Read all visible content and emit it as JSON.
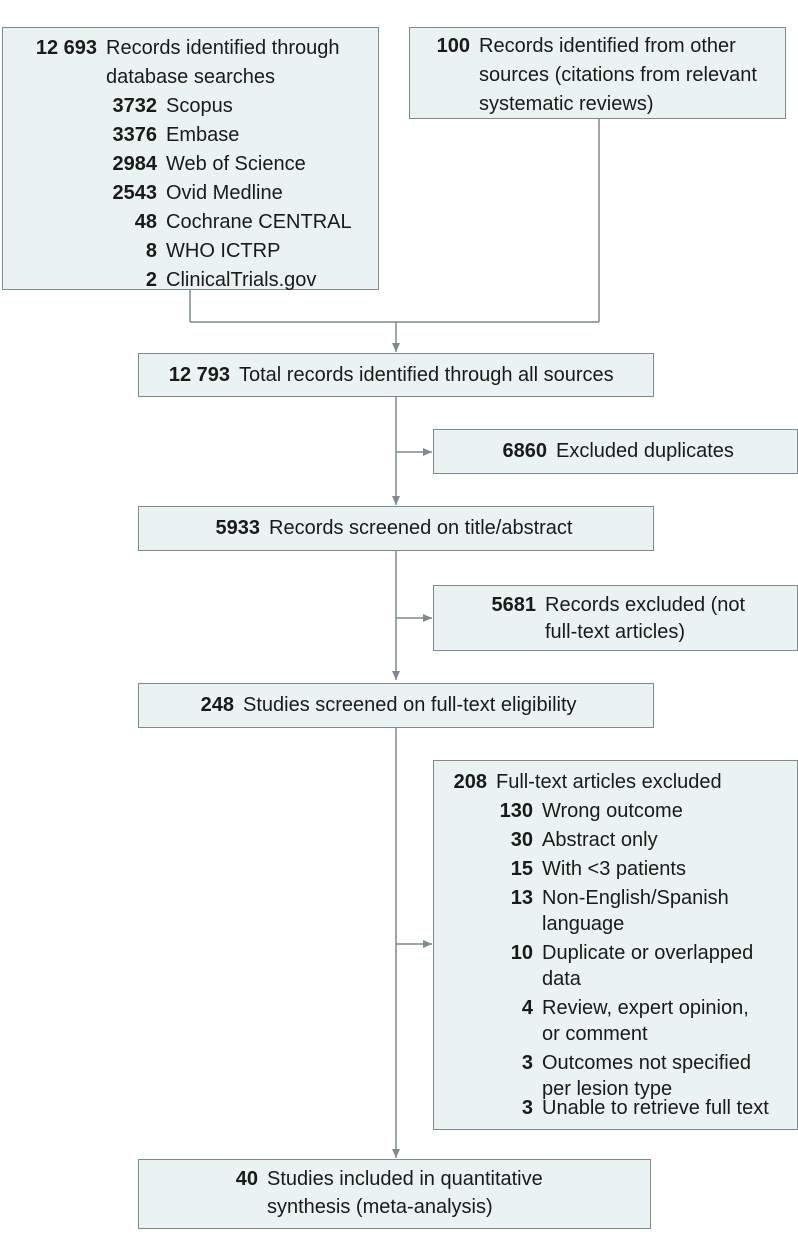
{
  "identification": {
    "database": {
      "count": "12 693",
      "label_line1": "Records identified through",
      "label_line2": "database searches",
      "sources": [
        {
          "count": "3732",
          "label": "Scopus"
        },
        {
          "count": "3376",
          "label": "Embase"
        },
        {
          "count": "2984",
          "label": "Web of Science"
        },
        {
          "count": "2543",
          "label": "Ovid Medline"
        },
        {
          "count": "48",
          "label": "Cochrane CENTRAL"
        },
        {
          "count": "8",
          "label": "WHO ICTRP"
        },
        {
          "count": "2",
          "label": "ClinicalTrials.gov"
        }
      ]
    },
    "other": {
      "count": "100",
      "label_line1": "Records identified from other",
      "label_line2": "sources (citations from relevant",
      "label_line3": "systematic reviews)"
    }
  },
  "total": {
    "count": "12 793",
    "label": "Total records identified through all sources"
  },
  "duplicates": {
    "count": "6860",
    "label": "Excluded duplicates"
  },
  "screened": {
    "count": "5933",
    "label": "Records screened on title/abstract"
  },
  "excluded_screen": {
    "count": "5681",
    "label_line1": "Records excluded (not",
    "label_line2": "full-text articles)"
  },
  "fulltext": {
    "count": "248",
    "label": "Studies screened on full-text eligibility"
  },
  "excluded_fulltext": {
    "count": "208",
    "label": "Full-text articles excluded",
    "reasons": [
      {
        "count": "130",
        "line1": "Wrong outcome"
      },
      {
        "count": "30",
        "line1": "Abstract only"
      },
      {
        "count": "15",
        "line1": "With <3 patients"
      },
      {
        "count": "13",
        "line1": "Non-English/Spanish",
        "line2": "language"
      },
      {
        "count": "10",
        "line1": "Duplicate or overlapped",
        "line2": "data"
      },
      {
        "count": "4",
        "line1": "Review, expert opinion,",
        "line2": "or comment"
      },
      {
        "count": "3",
        "line1": "Outcomes not specified",
        "line2": "per lesion type"
      },
      {
        "count": "3",
        "line1": "Unable to retrieve full text"
      }
    ]
  },
  "included": {
    "count": "40",
    "label_line1": "Studies included in quantitative",
    "label_line2": "synthesis (meta-analysis)"
  }
}
